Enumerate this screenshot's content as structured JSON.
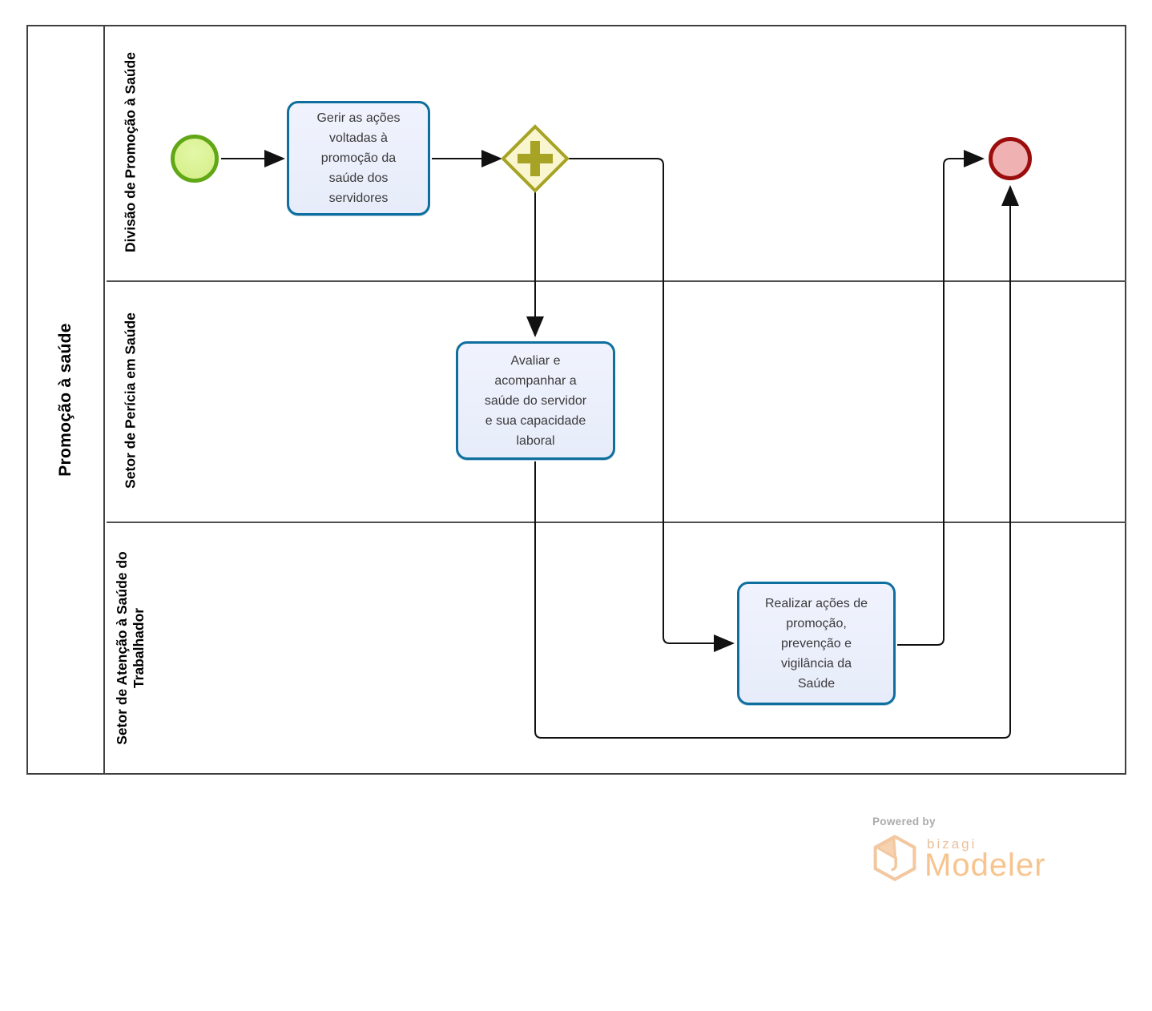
{
  "diagram": {
    "pool": {
      "label": "Promoção à saúde",
      "lanes": [
        {
          "label": "Divisão de Promoção à Saúde"
        },
        {
          "label": "Setor de Perícia em Saúde"
        },
        {
          "label": "Setor de Atenção à Saúde do\nTrabalhador"
        }
      ]
    },
    "nodes": {
      "start_event": {
        "type": "start-event"
      },
      "task_gerir": {
        "label": "Gerir as ações\nvoltadas à\npromoção da\nsaúde dos\nservidores"
      },
      "gateway": {
        "type": "parallel-gateway"
      },
      "task_avaliar": {
        "label": "Avaliar e\nacompanhar a\nsaúde do servidor\ne sua capacidade\nlaboral"
      },
      "task_realizar": {
        "label": "Realizar ações de\npromoção,\nprevenção e\nvigilância da\nSaúde"
      },
      "end_event": {
        "type": "end-event"
      }
    },
    "flows": [
      {
        "from": "start-event",
        "to": "task-gerir"
      },
      {
        "from": "task-gerir",
        "to": "parallel-gateway"
      },
      {
        "from": "parallel-gateway",
        "to": "task-avaliar"
      },
      {
        "from": "parallel-gateway",
        "to": "task-realizar"
      },
      {
        "from": "task-avaliar",
        "to": "end-event"
      },
      {
        "from": "task-realizar",
        "to": "end-event"
      }
    ],
    "colors": {
      "task_border": "#0e6f9e",
      "task_fill": "#e8edfb",
      "start_border": "#61a716",
      "start_fill": "#d8f091",
      "gateway_border": "#a6a325",
      "gateway_fill": "#f8f5cf",
      "end_border": "#9b0d0d",
      "end_fill": "#efb1b1",
      "flow_line": "#111111",
      "brand_orange": "#f7c48e",
      "powered_gray": "#ababab"
    }
  },
  "branding": {
    "powered_by": "Powered by",
    "brand": "bizagi",
    "product": "Modeler"
  }
}
